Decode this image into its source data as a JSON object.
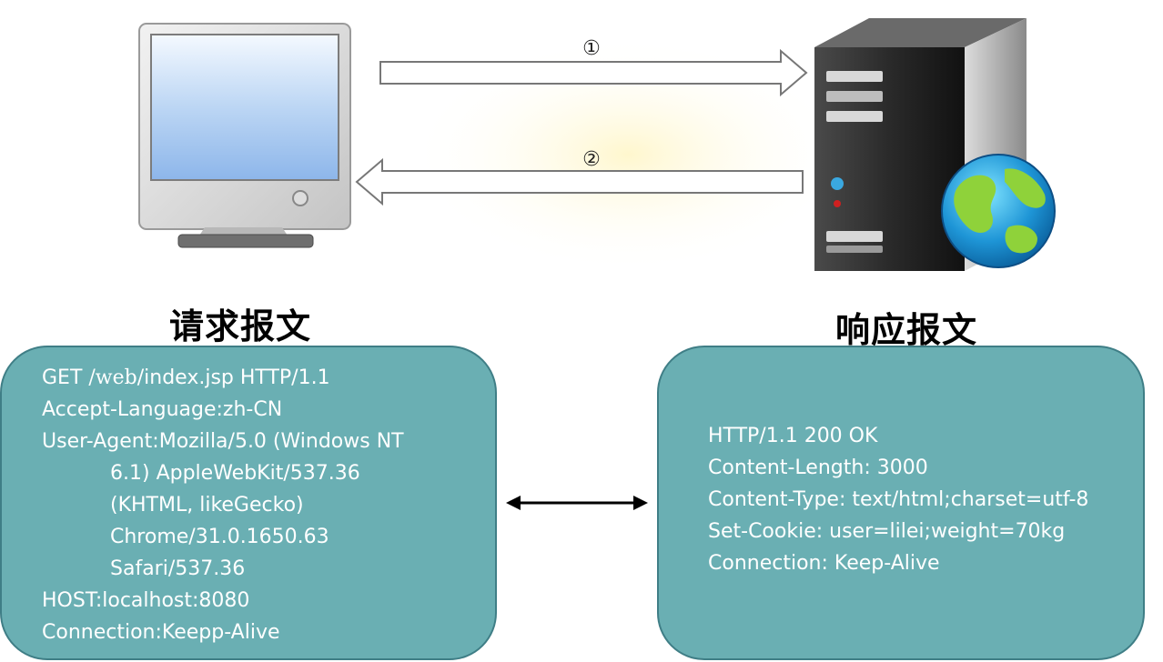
{
  "arrows": {
    "step1": "①",
    "step2": "②"
  },
  "request": {
    "title": "请求报文",
    "line1": {
      "method": "GET ",
      "path": "/web",
      "rest": "/index.jsp HTTP/1.1"
    },
    "accept_language": "Accept-Language:zh-CN",
    "user_agent": [
      "User-Agent:Mozilla/5.0 (Windows NT",
      "6.1) AppleWebKit/537.36",
      "(KHTML, likeGecko)",
      "Chrome/31.0.1650.63",
      "Safari/537.36"
    ],
    "host": "HOST:localhost:8080",
    "connection": "Connection:Keepp-Alive"
  },
  "response": {
    "title": "响应报文",
    "status_line": "HTTP/1.1  200 OK",
    "content_length": "Content-Length: 3000",
    "content_type": "Content-Type: text/html;charset=utf-8",
    "set_cookie": "Set-Cookie: user=lilei;weight=70kg",
    "connection": "Connection: Keep-Alive"
  },
  "colors": {
    "box_fill": "#6aafb3",
    "box_border": "#3f7e86",
    "box_text": "#ffffff"
  }
}
